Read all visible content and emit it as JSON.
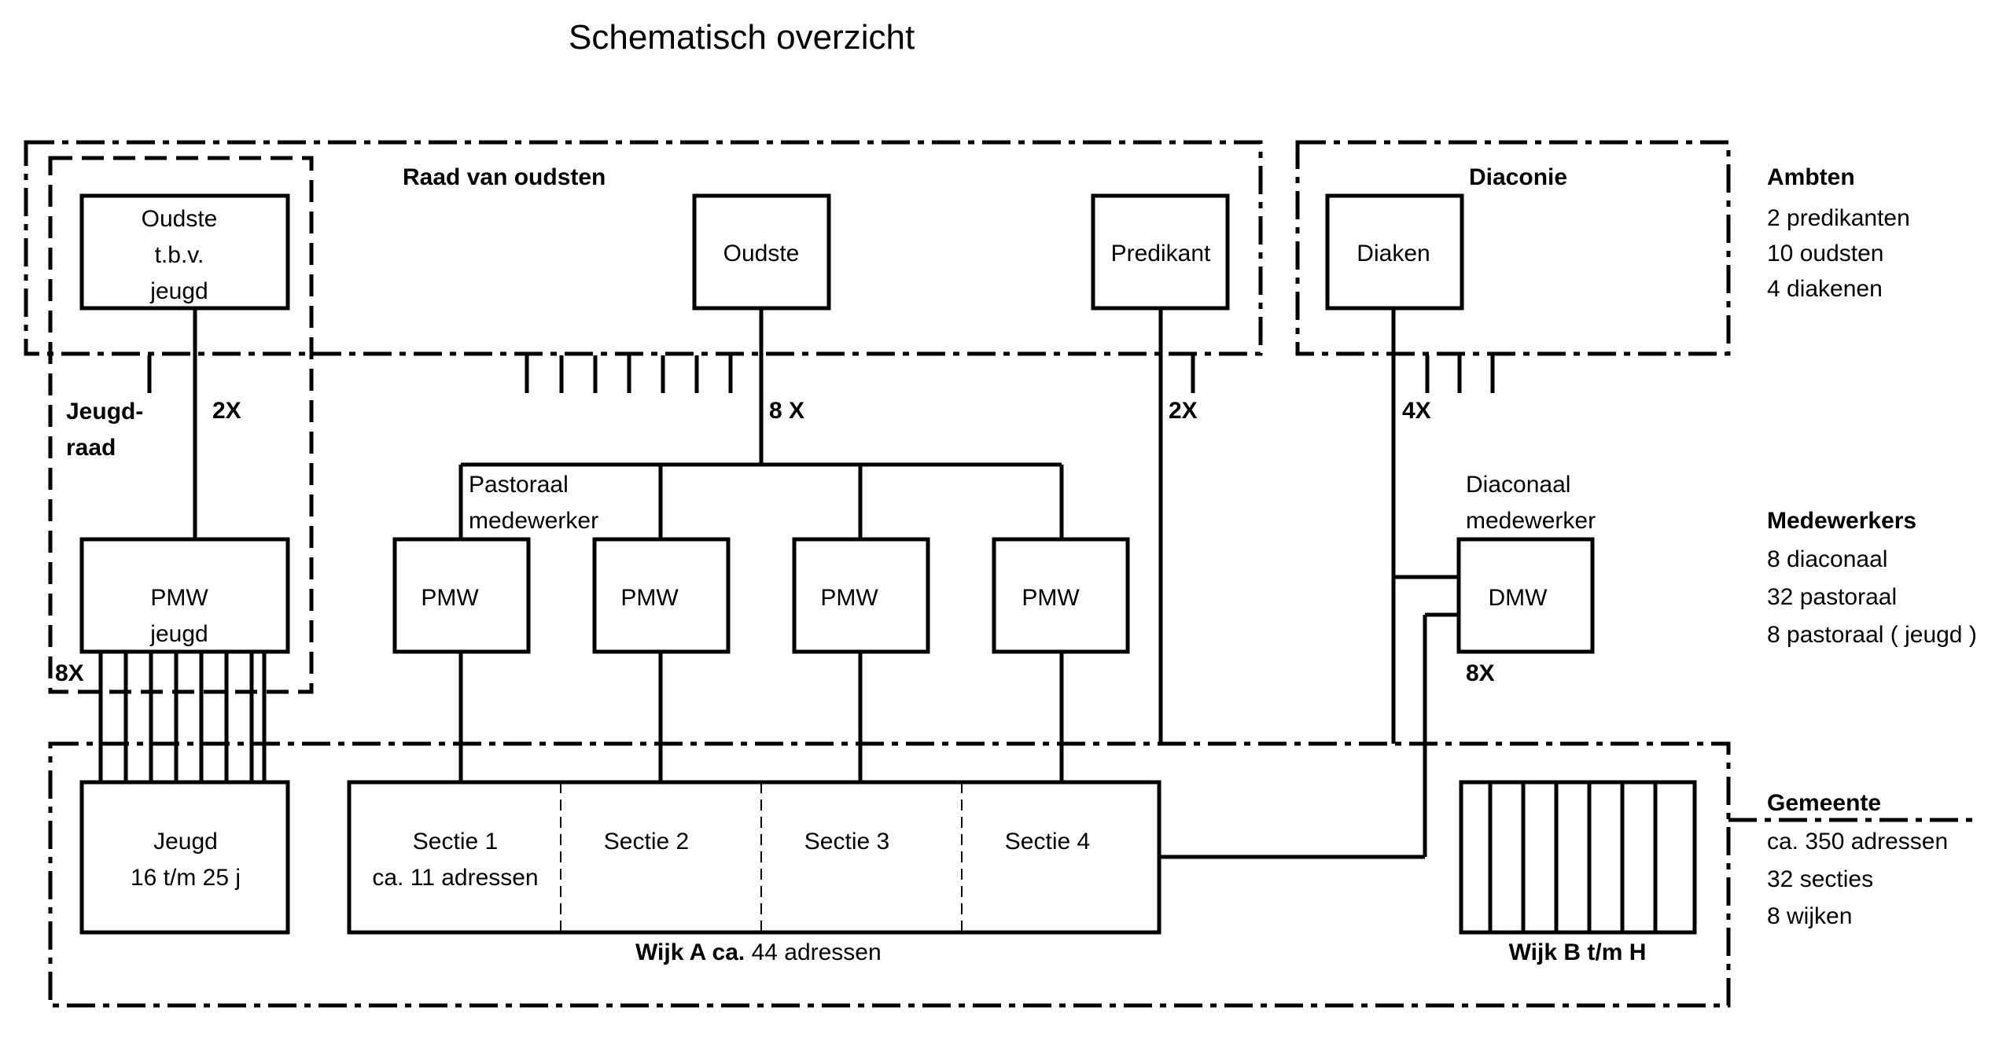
{
  "title": "Schematisch overzicht",
  "groups": {
    "raad": "Raad van oudsten",
    "diaconie": "Diaconie",
    "jeugdraad": "Jeugd-\nraad"
  },
  "boxes": {
    "oudste_jeugd": "Oudste\nt.b.v.\njeugd",
    "oudste": "Oudste",
    "predikant": "Predikant",
    "diaken": "Diaken",
    "pmw_jeugd": "PMW\njeugd",
    "pmw1": "PMW",
    "pmw2": "PMW",
    "pmw3": "PMW",
    "pmw4": "PMW",
    "dmw": "DMW",
    "jeugd": "Jeugd\n16 t/m 25 j",
    "sectie1": "Sectie 1\nca. 11 adressen",
    "sectie2": "Sectie 2",
    "sectie3": "Sectie 3",
    "sectie4": "Sectie 4"
  },
  "multipliers": {
    "jeugd_2x": "2X",
    "oudsten_8x": "8 X",
    "predikant_2x": "2X",
    "diaken_4x": "4X",
    "pmw_jeugd_8x": "8X",
    "dmw_8x": "8X"
  },
  "notes": {
    "pastoraal_medewerker": "Pastoraal\nmedewerker",
    "diaconaal_medewerker": "Diaconaal\nmedewerker",
    "wijk_a_bold": "Wijk A  ca.",
    "wijk_a_normal": "44 adressen",
    "wijk_b": "Wijk B t/m H"
  },
  "legend": {
    "ambten": {
      "heading": "Ambten",
      "items": [
        "2   predikanten",
        "10 oudsten",
        "4  diakenen"
      ]
    },
    "medewerkers": {
      "heading": "Medewerkers",
      "items": [
        "8  diaconaal",
        "32 pastoraal",
        "8  pastoraal ( jeugd )"
      ]
    },
    "gemeente": {
      "heading": "Gemeente",
      "items": [
        "ca. 350 adressen",
        "32   secties",
        "8    wijken"
      ]
    }
  },
  "colors": {
    "line": "#000000",
    "background": "#ffffff"
  }
}
